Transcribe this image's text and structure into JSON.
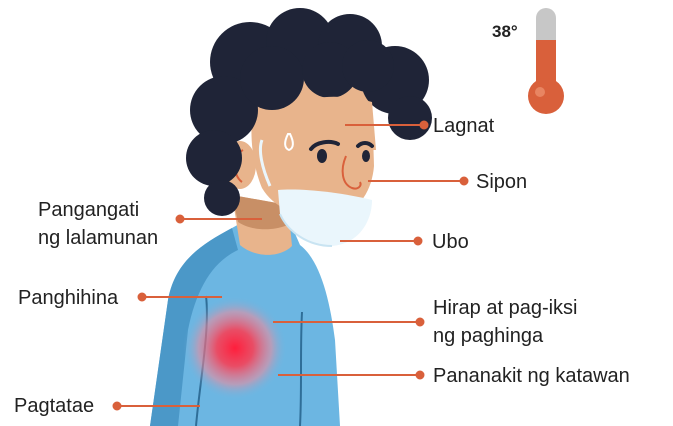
{
  "temperature": {
    "text": "38°",
    "icon": "thermometer-icon"
  },
  "labels": {
    "lagnat": "Lagnat",
    "sipon": "Sipon",
    "ubo": "Ubo",
    "pangangati_1": "Pangangati",
    "pangangati_2": "ng lalamunan",
    "panghihina": "Panghihina",
    "hirap_1": "Hirap at pag-iksi",
    "hirap_2": "ng paghinga",
    "pananakit": "Pananakit ng katawan",
    "pagtatae": "Pagtatae"
  },
  "colors": {
    "leader": "#d9603b",
    "skin": "#e8b48c",
    "hair": "#1f2437",
    "shirt": "#6cb6e2",
    "shirt_shadow": "#4b98c8",
    "mask": "#eaf6fc",
    "pain": "#ff1e3c",
    "thermo_red": "#d9603b",
    "thermo_glass": "#c7c7c7"
  }
}
